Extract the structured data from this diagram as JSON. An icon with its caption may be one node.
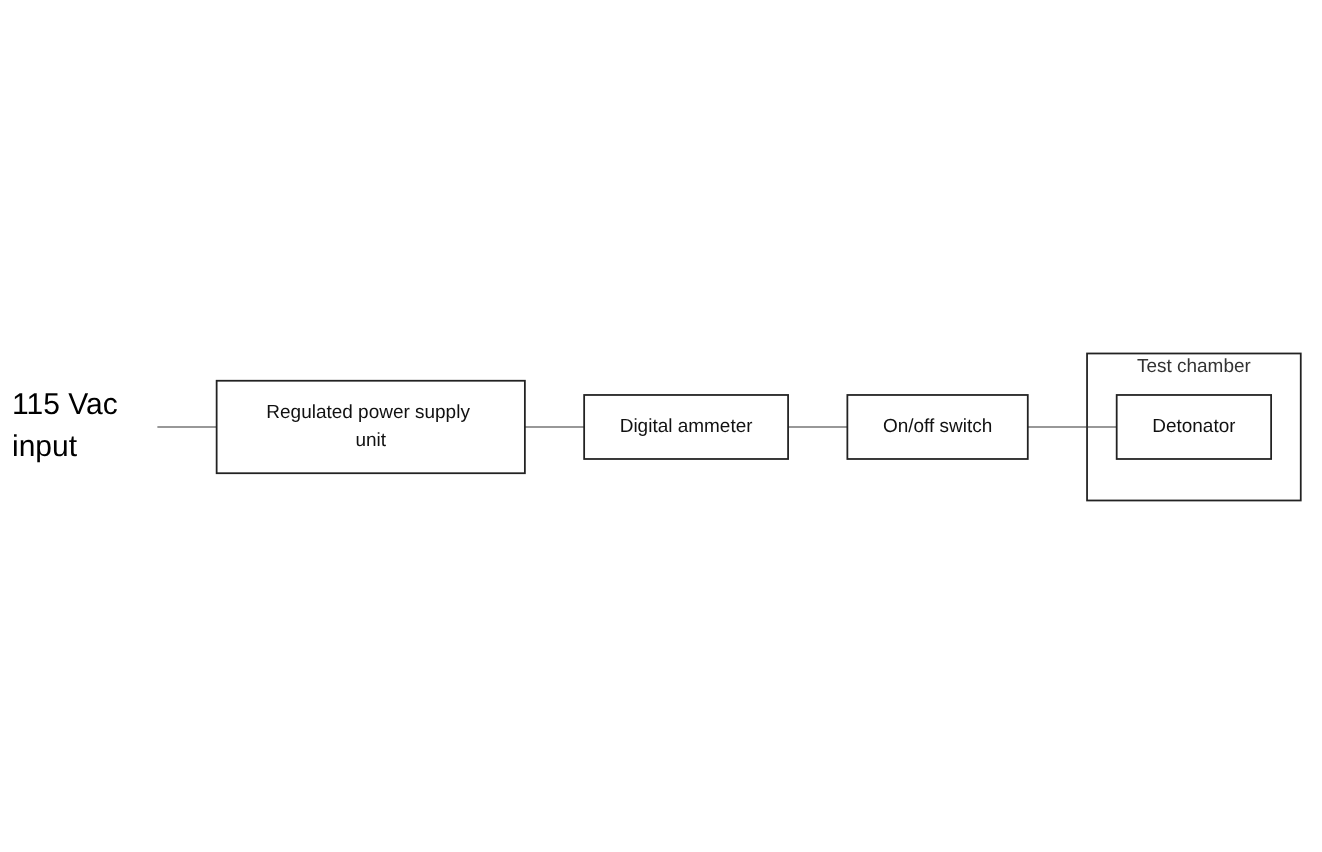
{
  "diagram": {
    "nodes": [
      {
        "text": [
          "Test chamber"
        ]
      },
      {
        "text": [
          "Detonator"
        ],
        "in": 0
      },
      {
        "text": [
          "Regulated power supply unit"
        ]
      },
      {
        "text": [
          "Digital ammeter"
        ]
      },
      {
        "text": [
          "On/off switch"
        ]
      }
    ],
    "edges": [
      {
        "from": null,
        "to": 2,
        "arrow": "none"
      },
      {
        "from": 2,
        "to": 3,
        "arrow": "none"
      },
      {
        "from": 3,
        "to": 4,
        "arrow": "none"
      },
      {
        "from": 4,
        "to": 1,
        "arrow": "none"
      }
    ],
    "labels": [
      "115 Vac",
      "input"
    ]
  }
}
